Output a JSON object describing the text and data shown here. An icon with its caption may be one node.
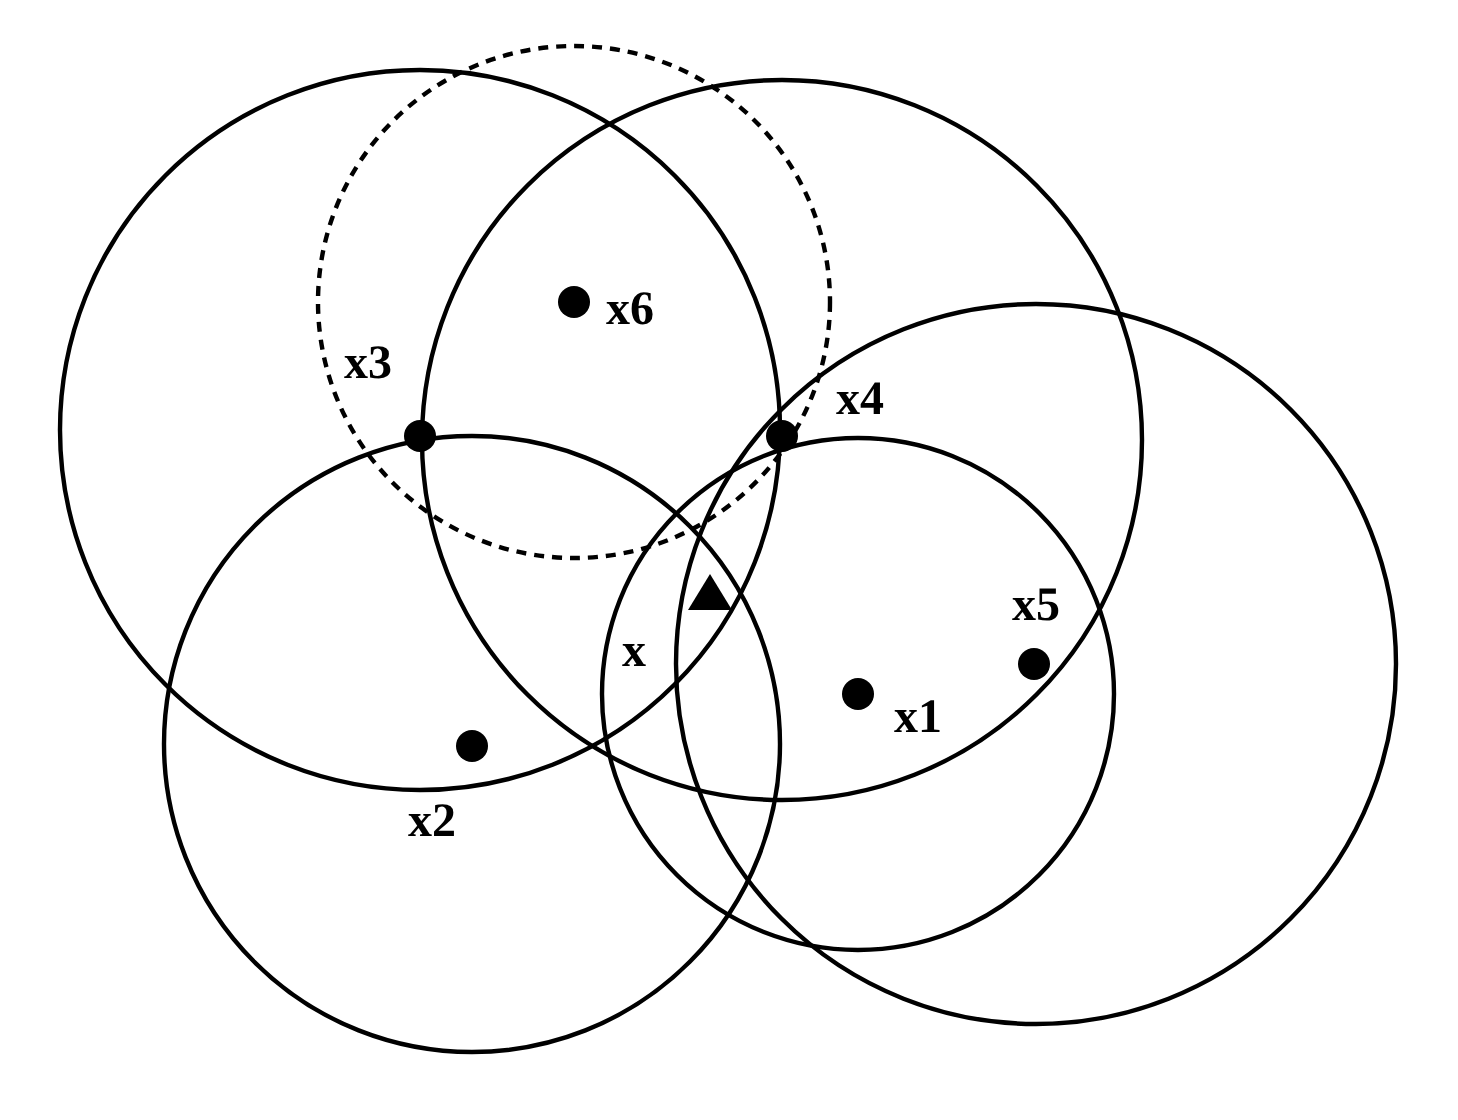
{
  "diagram": {
    "labels": [
      "x6",
      "x3",
      "x4",
      "x5",
      "x",
      "x1",
      "x2"
    ]
  }
}
